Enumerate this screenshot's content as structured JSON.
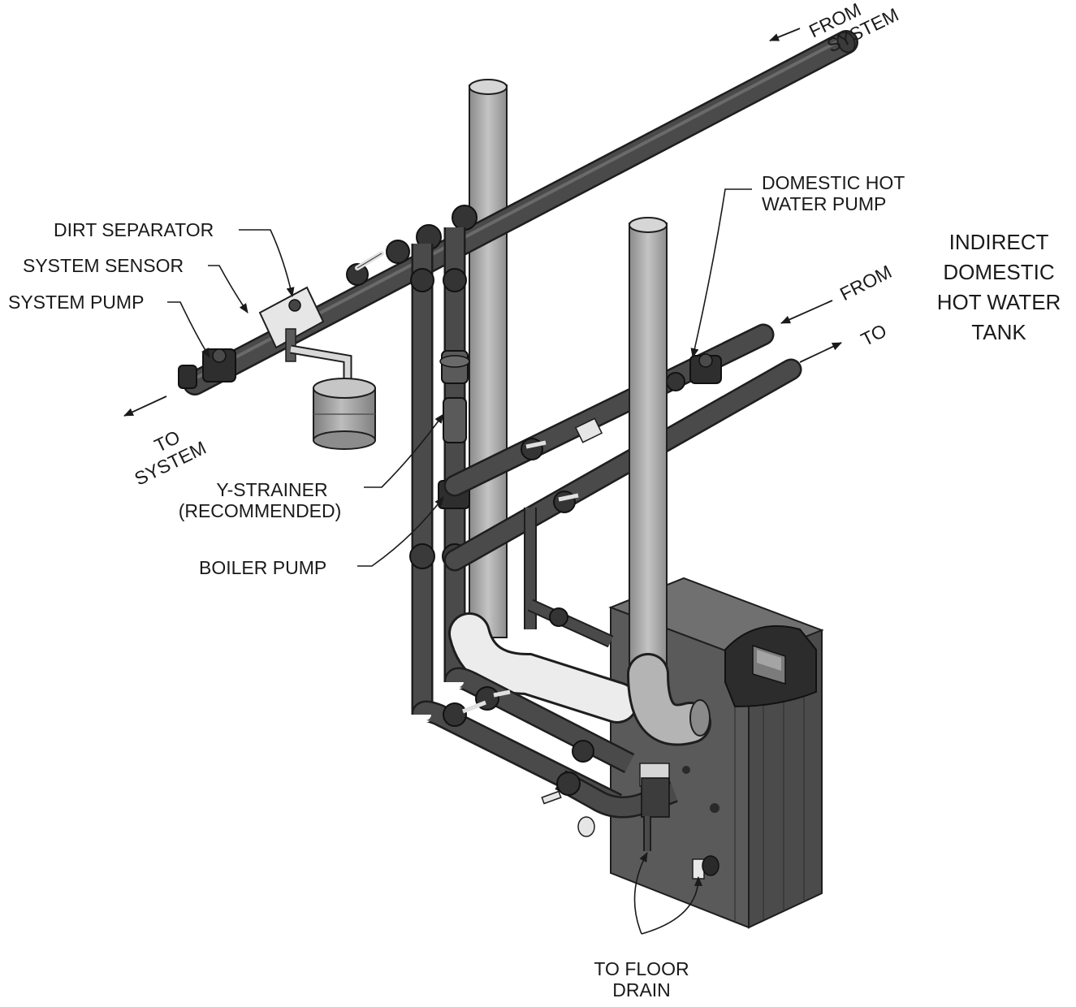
{
  "labels": {
    "from_system": [
      "FROM",
      "SYSTEM"
    ],
    "to_system": [
      "TO",
      "SYSTEM"
    ],
    "dirt_separator": "DIRT SEPARATOR",
    "system_sensor": "SYSTEM SENSOR",
    "system_pump": "SYSTEM PUMP",
    "domestic_hot_water_pump": [
      "DOMESTIC HOT",
      "WATER PUMP"
    ],
    "indirect_tank": [
      "INDIRECT",
      "DOMESTIC",
      "HOT WATER",
      "TANK"
    ],
    "from": "FROM",
    "to": "TO",
    "y_strainer": [
      "Y-STRAINER",
      "(RECOMMENDED)"
    ],
    "boiler_pump": "BOILER PUMP",
    "to_floor_drain": [
      "TO FLOOR",
      "DRAIN"
    ]
  },
  "colors": {
    "pipe_dark": "#4a4a4a",
    "pipe_edge": "#1e1e1e",
    "vent_pipe": "#a9a9a9",
    "pvc_white": "#eeeeee",
    "boiler_body": "#5c5c5c",
    "tank": "#9a9a9a"
  }
}
